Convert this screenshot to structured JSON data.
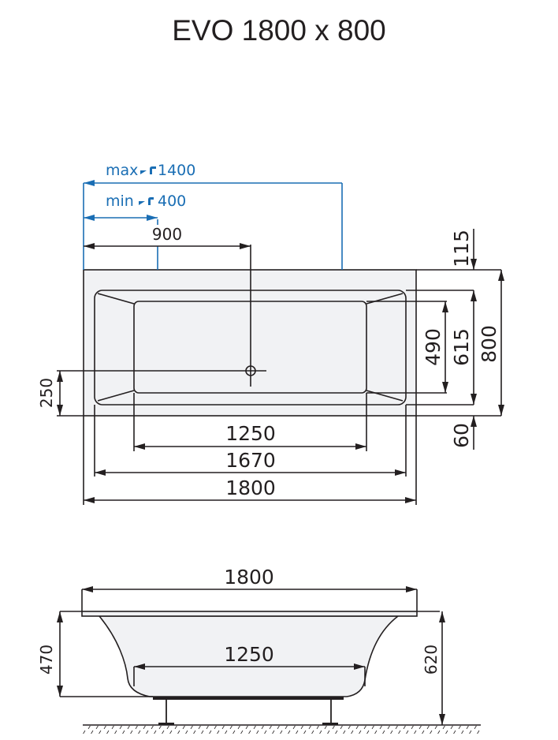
{
  "title": "EVO 1800 x 800",
  "colors": {
    "line": "#231f20",
    "fill": "#f1f2f4",
    "accent": "#1a6eb4"
  },
  "top_view": {
    "tap_max_label": "max",
    "tap_max_value": "1400",
    "tap_min_label": "min",
    "tap_min_value": "400",
    "drain_offset": "900",
    "drain_side_offset": "250",
    "inner_bottom_length": "1250",
    "inner_top_length": "1670",
    "overall_length": "1800",
    "rim_top": "115",
    "inner_bottom_width": "490",
    "inner_top_width": "615",
    "overall_width": "800",
    "rim_bottom": "60",
    "tap_icon": "faucet-icon",
    "drain_icon": "drain-crosshair-icon"
  },
  "side_view": {
    "overall_length": "1800",
    "bottom_length": "1250",
    "depth": "470",
    "total_height": "620",
    "ground_icon": "ground-hatch"
  }
}
